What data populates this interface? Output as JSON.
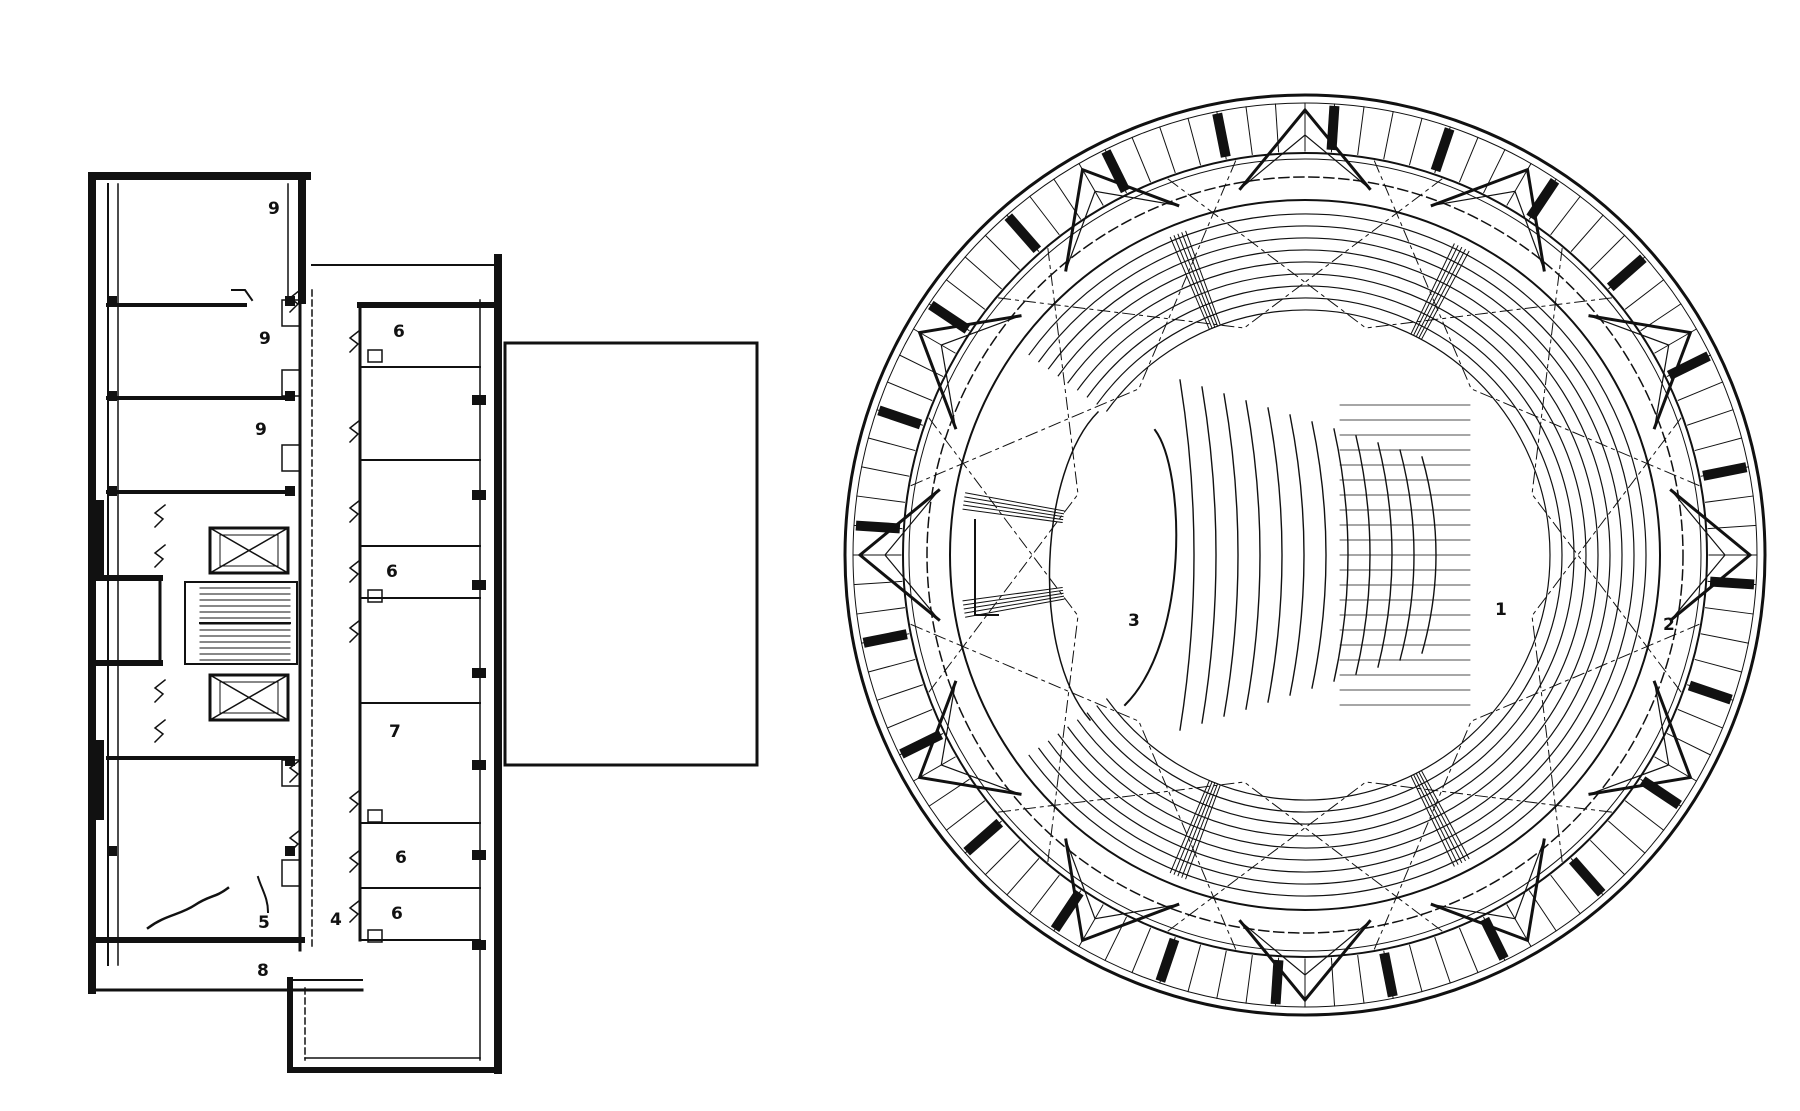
{
  "colors": {
    "ink": "#111111",
    "paper": "#ffffff"
  },
  "left_plan": {
    "room_labels": [
      "9",
      "9",
      "9",
      "6",
      "6",
      "7",
      "6",
      "6",
      "5",
      "4",
      "8"
    ]
  },
  "right_plan": {
    "room_labels": [
      "1",
      "2",
      "3"
    ]
  }
}
